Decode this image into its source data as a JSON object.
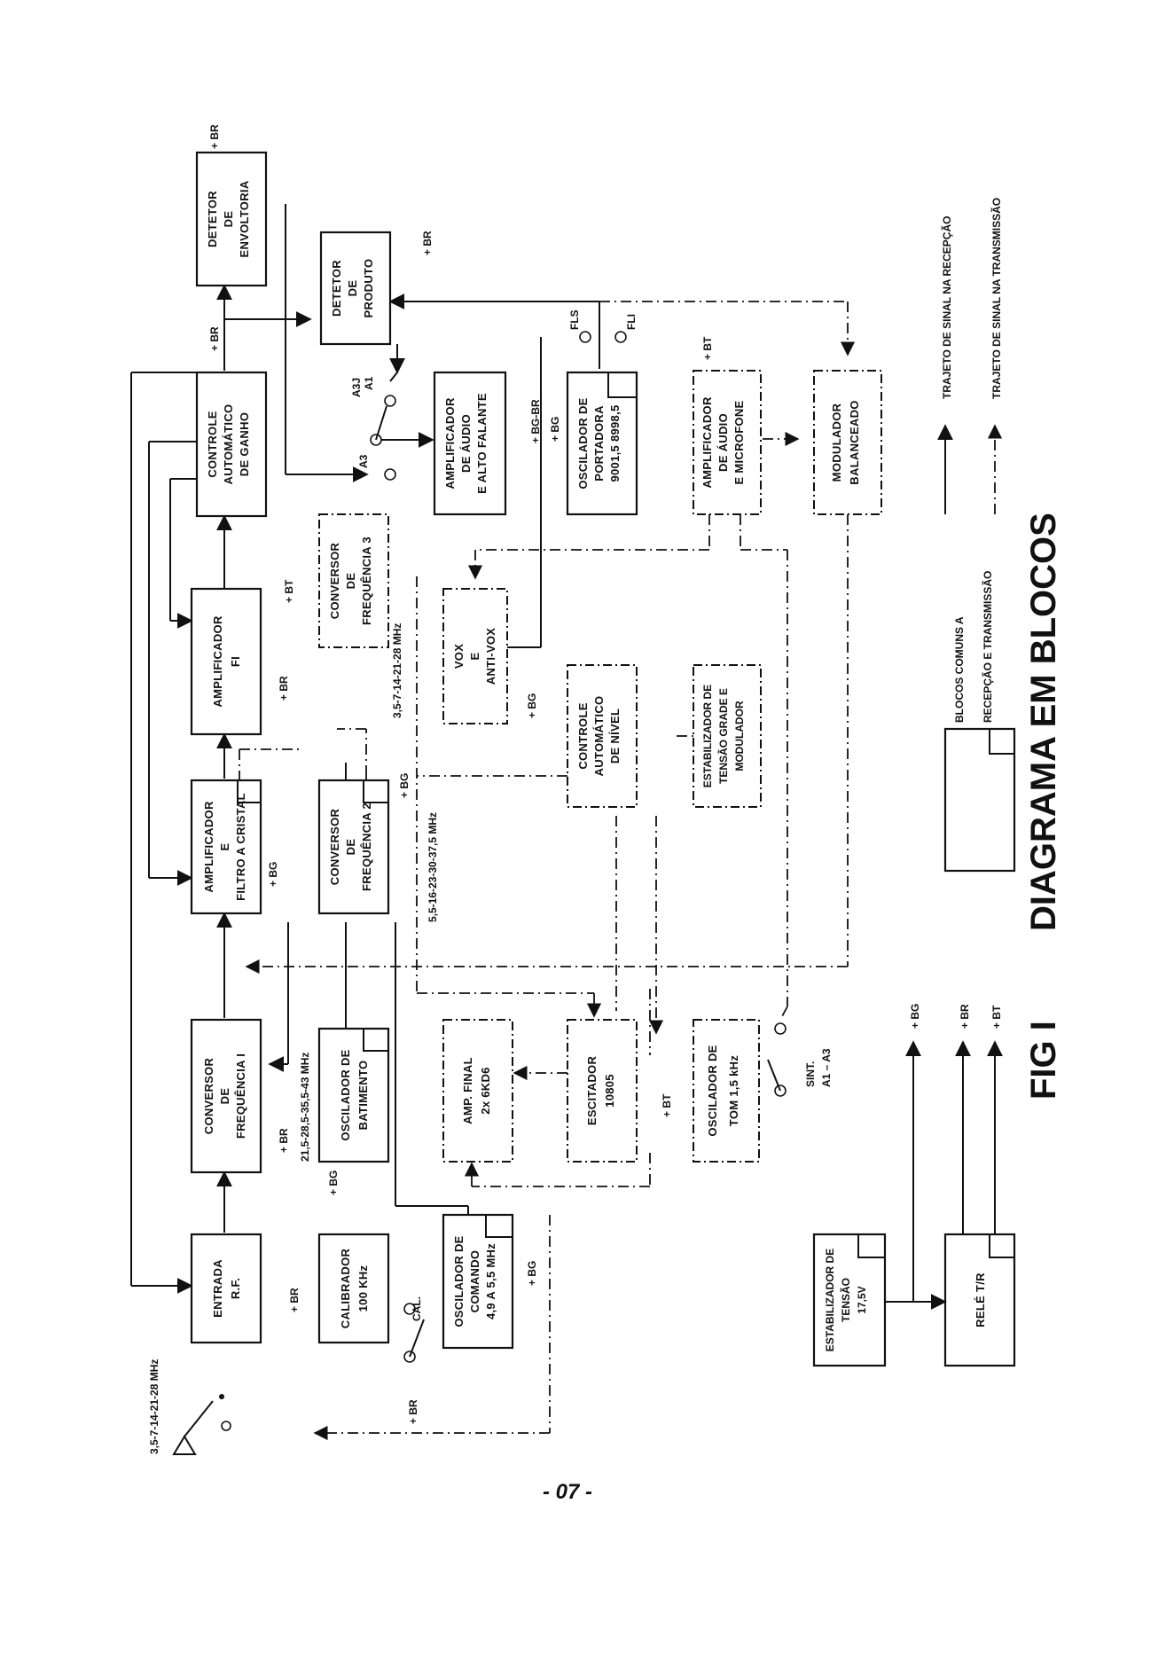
{
  "blocks": {
    "entrada_rf": [
      "ENTRADA",
      "R.F."
    ],
    "conversor_freq_1": [
      "CONVERSOR",
      "DE",
      "FREQUÊNCIA    I"
    ],
    "amplificador_filtro": [
      "AMPLIFICADOR",
      "E",
      "FILTRO A CRISTAL"
    ],
    "amplificador_fi": [
      "AMPLIFICADOR",
      "FI"
    ],
    "controle_ganho": [
      "CONTROLE",
      "AUTOMÁTICO",
      "DE  GANHO"
    ],
    "detetor_envoltoria": [
      "DETETOR",
      "DE",
      "ENVOLTORIA"
    ],
    "calibrador": [
      "CALIBRADOR",
      "100  KHz"
    ],
    "oscilador_batimento": [
      "OSCILADOR  DE",
      "BATIMENTO"
    ],
    "conversor_freq_2": [
      "CONVERSOR",
      "DE",
      "FREQUÊNCIA  2"
    ],
    "conversor_freq_3": [
      "CONVERSOR",
      "DE",
      "FREQUÊNCIA    3"
    ],
    "detetor_produto": [
      "DETETOR",
      "DE",
      "PRODUTO"
    ],
    "oscilador_comando": [
      "OSCILADOR DE",
      "COMANDO",
      "4,9 A 5,5 MHz"
    ],
    "amp_final": [
      "AMP. FINAL",
      "2x  6KD6"
    ],
    "vox": [
      "VOX",
      "E",
      "ANTI-VOX"
    ],
    "amplificador_audio_alto": [
      "AMPLIFICADOR",
      "DE ÁUDIO",
      "E  ALTO FALANTE"
    ],
    "escitador": [
      "ESCITADOR",
      "10805"
    ],
    "controle_nivel": [
      "CONTROLE",
      "AUTOMÁTICO",
      "DE  NÍVEL"
    ],
    "oscilador_portadora": [
      "OSCILADOR DE",
      "PORTADORA",
      "9001,5  8998,5"
    ],
    "oscilador_tom": [
      "OSCILADOR  DE",
      "TOM   1,5  kHz"
    ],
    "estabilizador_grade": [
      "ESTABILIZADOR  DE",
      "TENSÃO  GRADE  E",
      "MODULADOR"
    ],
    "amplificador_microfone": [
      "AMPLIFICADOR",
      "DE  ÁUDIO",
      "E  MICROFONE"
    ],
    "modulador": [
      "MODULADOR",
      "BALANCEADO"
    ],
    "estabilizador_17v": [
      "ESTABILIZADOR  DE",
      "TENSÃO",
      "17,5V"
    ],
    "rele": [
      "RELÉ      T/R"
    ]
  },
  "labels": {
    "antenna_freq": "3,5-7-14-21-28 MHz",
    "conv1_freq": "21,5-28,5-35,5-43  MHz",
    "conv2_freq": "5,5-16-23-30-37,5 MHz",
    "conv3_freq": "3,5-7-14-21-28 MHz",
    "cal": "CAL.",
    "a3j": "A3J",
    "a1": "A1",
    "a3": "A3",
    "fls": "FLS",
    "fli": "FLI",
    "sint": "SINT.",
    "a1_a3": "A1 – A3",
    "plus_br": "+ BR",
    "plus_bg": "+ BG",
    "plus_bt": "+ BT",
    "bg_br": "+ BG-BR"
  },
  "legend": {
    "common_line1": "BLOCOS  COMUNS  A",
    "common_line2": "RECEPÇÃO  E  TRANSMISSÃO",
    "rx_path": "TRAJETO  DE  SINAL  NA  RECEPÇÃO",
    "tx_path": "TRAJETO  DE  SINAL  NA  TRANSMISSÃO"
  },
  "figure": {
    "fig_label": "FIG I",
    "title": "DIAGRAMA   EM   BLOCOS"
  },
  "page_number": "- 07 -"
}
